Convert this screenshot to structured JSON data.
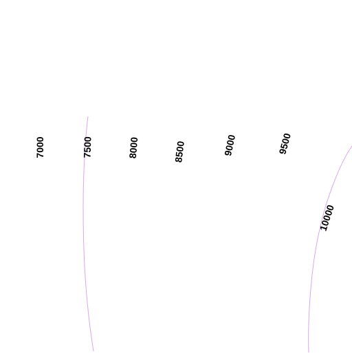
{
  "map": {
    "contour_color": "#d9a6ee",
    "label_color": "#000000",
    "labels": [
      {
        "id": "c7000",
        "text": "7000"
      },
      {
        "id": "c7500",
        "text": "7500"
      },
      {
        "id": "c8000",
        "text": "8000"
      },
      {
        "id": "c8500",
        "text": "8500"
      },
      {
        "id": "c9000",
        "text": "9000"
      },
      {
        "id": "c9500",
        "text": "9500"
      },
      {
        "id": "c10000",
        "text": "10000"
      }
    ]
  }
}
